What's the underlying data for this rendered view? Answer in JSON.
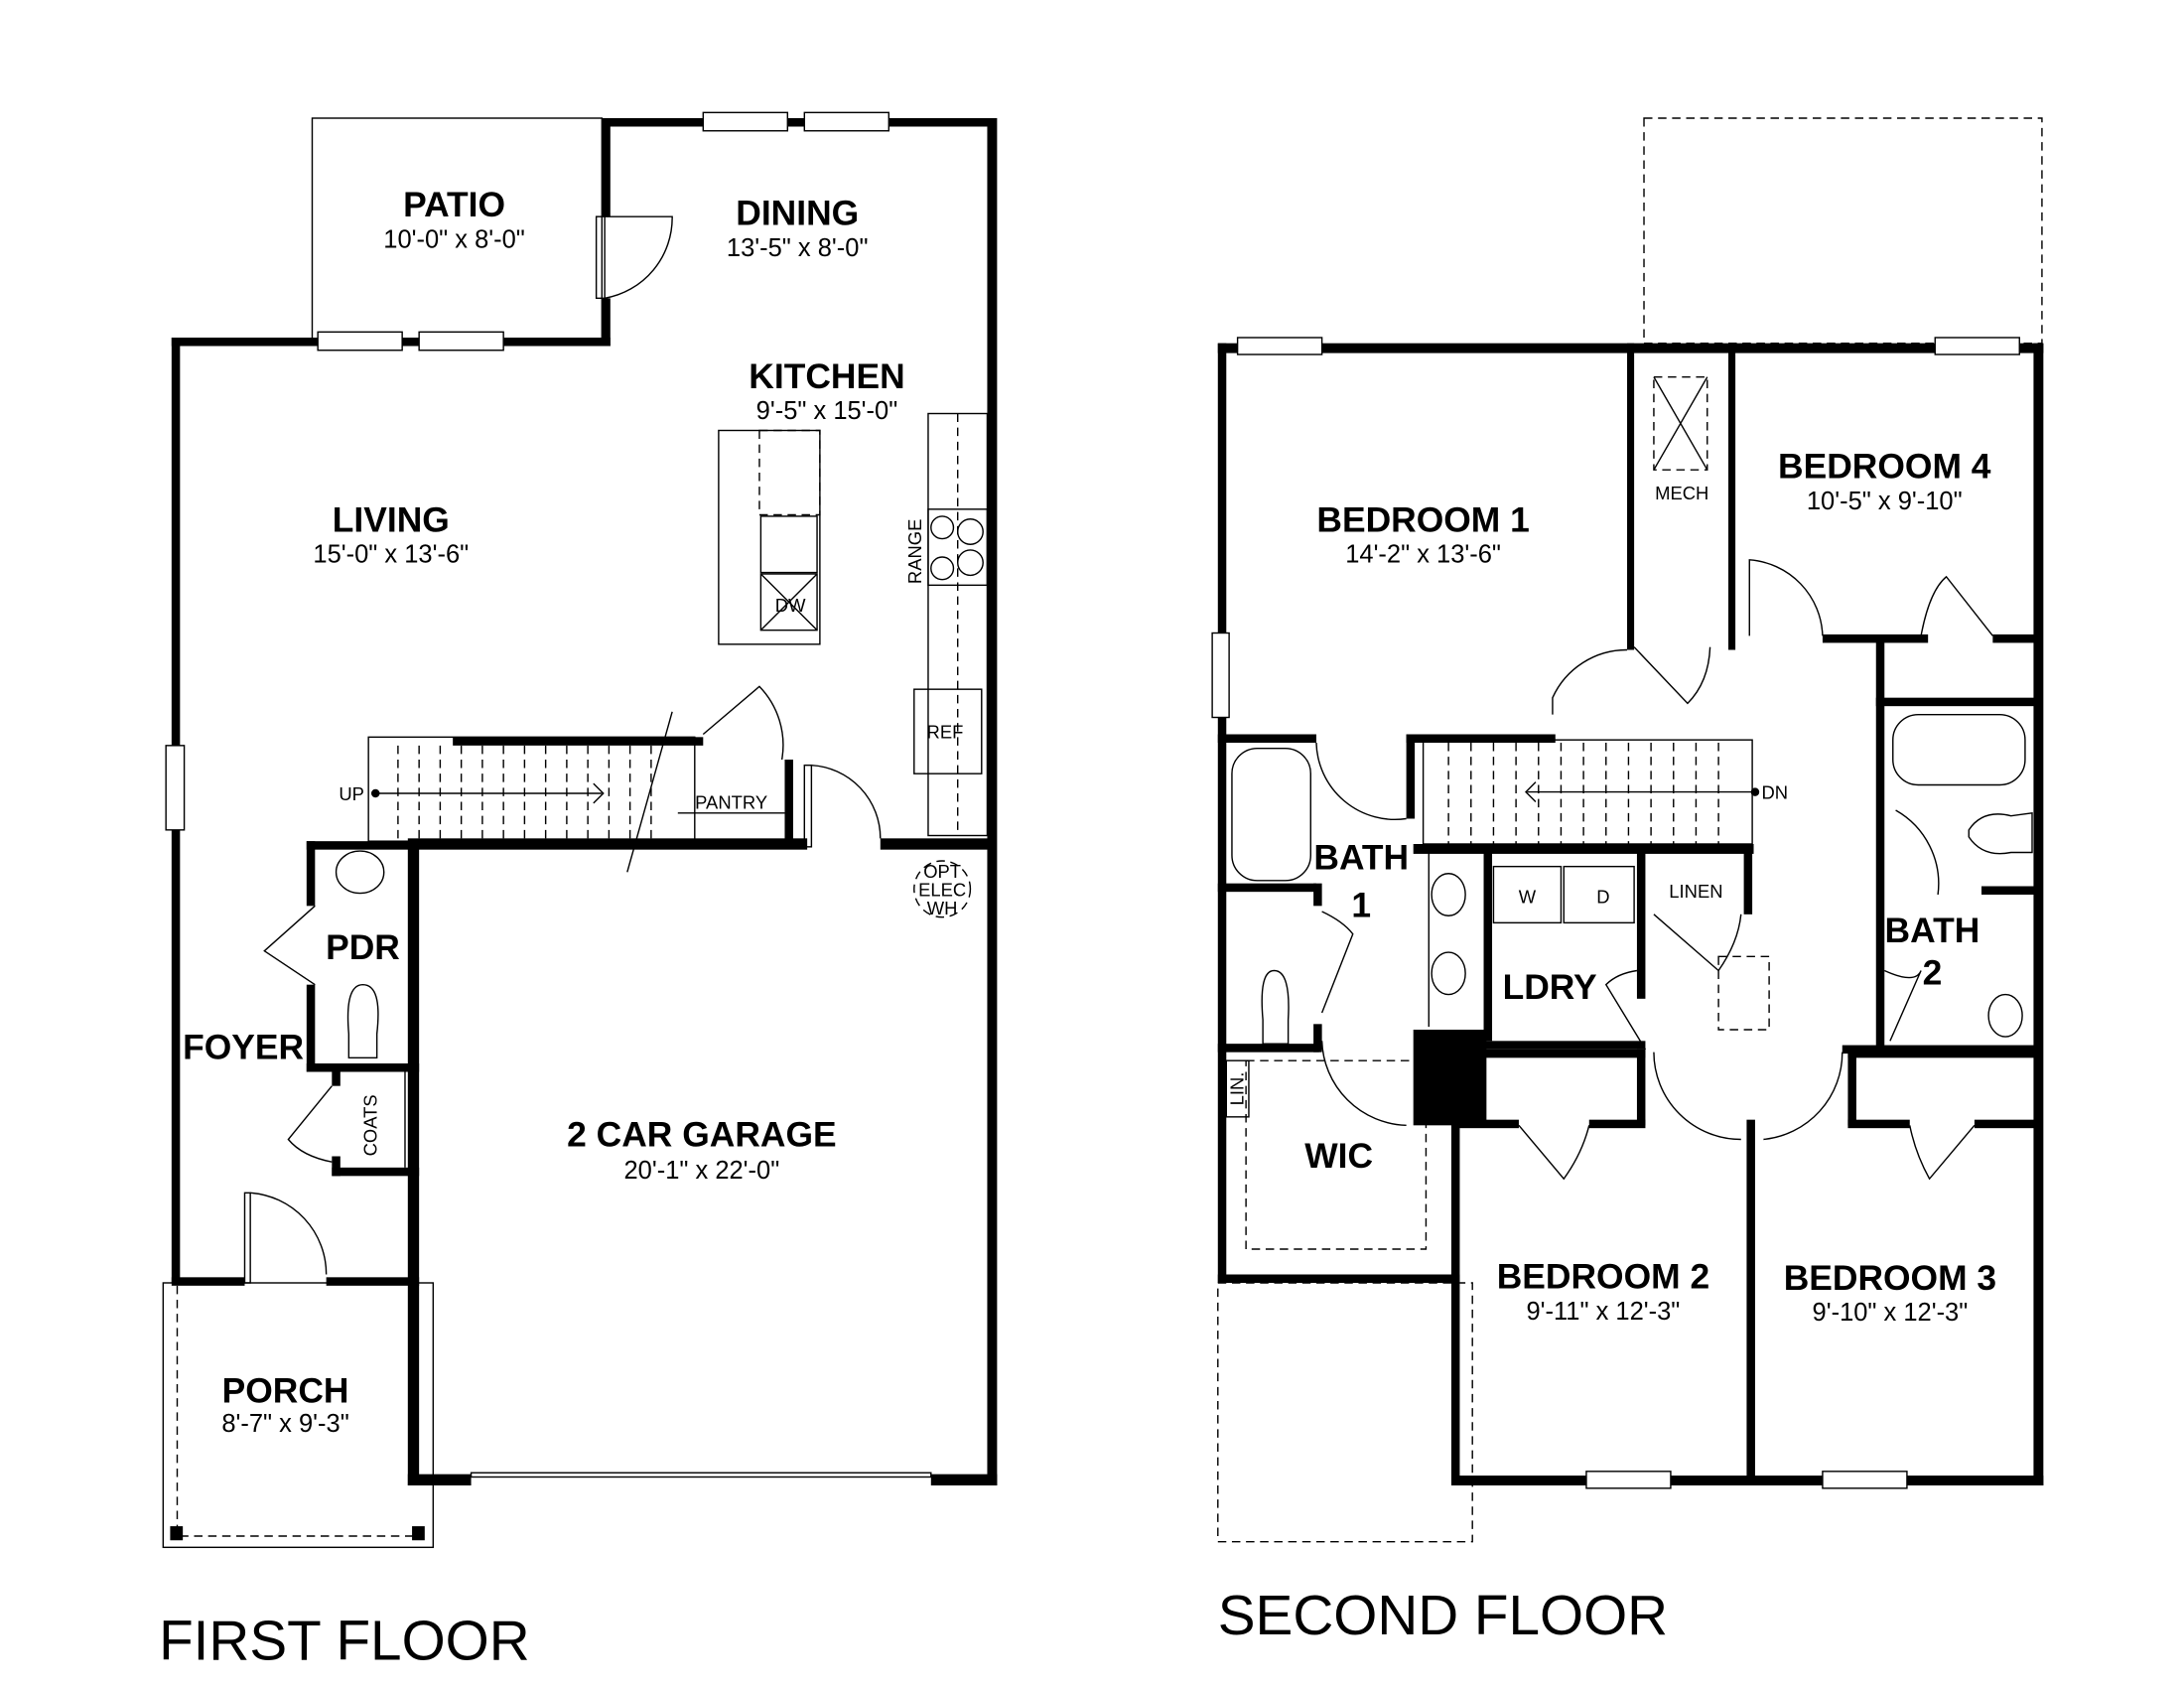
{
  "first_floor": {
    "title": "FIRST FLOOR",
    "rooms": {
      "patio": {
        "name": "PATIO",
        "dims": "10'-0\" x 8'-0\""
      },
      "dining": {
        "name": "DINING",
        "dims": "13'-5\" x 8'-0\""
      },
      "kitchen": {
        "name": "KITCHEN",
        "dims": "9'-5\" x 15'-0\""
      },
      "living": {
        "name": "LIVING",
        "dims": "15'-0\" x 13'-6\""
      },
      "garage": {
        "name": "2 CAR GARAGE",
        "dims": "20'-1\" x 22'-0\""
      },
      "porch": {
        "name": "PORCH",
        "dims": "8'-7\" x 9'-3\""
      },
      "pdr": {
        "name": "PDR"
      },
      "foyer": {
        "name": "FOYER"
      }
    },
    "labels": {
      "range": "RANGE",
      "dw": "DW",
      "ref": "REF",
      "pantry": "PANTRY",
      "up": "UP",
      "coats": "COATS",
      "wh_line1": "OPT",
      "wh_line2": "ELEC",
      "wh_line3": "WH"
    }
  },
  "second_floor": {
    "title": "SECOND FLOOR",
    "rooms": {
      "bedroom1": {
        "name": "BEDROOM 1",
        "dims": "14'-2\" x 13'-6\""
      },
      "bedroom2": {
        "name": "BEDROOM 2",
        "dims": "9'-11\" x 12'-3\""
      },
      "bedroom3": {
        "name": "BEDROOM 3",
        "dims": "9'-10\" x 12'-3\""
      },
      "bedroom4": {
        "name": "BEDROOM 4",
        "dims": "10'-5\" x 9'-10\""
      },
      "bath1": {
        "line1": "BATH",
        "line2": "1"
      },
      "bath2": {
        "line1": "BATH",
        "line2": "2"
      },
      "ldry": {
        "name": "LDRY"
      },
      "wic": {
        "name": "WIC"
      }
    },
    "labels": {
      "mech": "MECH",
      "linen": "LINEN",
      "lin": "LIN.",
      "washer": "W",
      "dryer": "D",
      "dn": "DN"
    }
  }
}
